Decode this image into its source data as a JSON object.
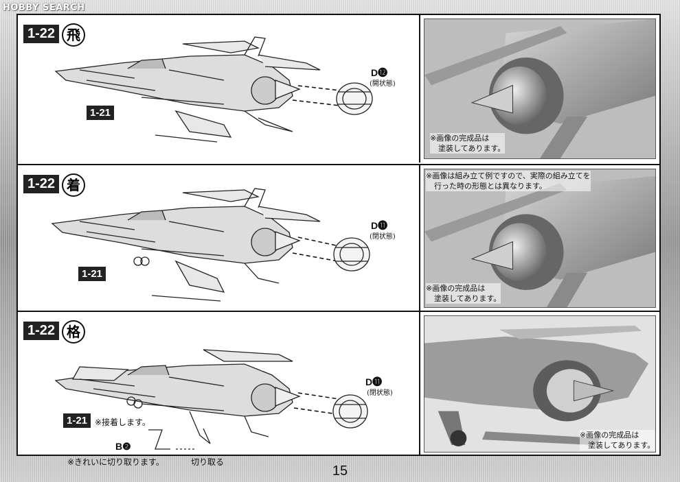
{
  "watermark": "HOBBY SEARCH",
  "page_number": "15",
  "steps": [
    {
      "step": "1-22",
      "mode": "飛",
      "sub_step": "1-21",
      "part": "D⓬",
      "part_state": "(開状態)",
      "photo_note": [
        "※画像の完成品は",
        "塗装してあります。"
      ]
    },
    {
      "step": "1-22",
      "mode": "着",
      "sub_step": "1-21",
      "part": "D⓫",
      "part_state": "(閉状態)",
      "photo_top_note": [
        "※画像は組み立て例ですので、実際の組み立てを",
        "行った時の形態とは異なります。"
      ],
      "photo_note": [
        "※画像の完成品は",
        "塗装してあります。"
      ]
    },
    {
      "step": "1-22",
      "mode": "格",
      "sub_step": "1-21",
      "sub_note": "※接着します。",
      "part": "D⓫",
      "part_state": "(閉状態)",
      "runner_part": "B❷",
      "runner_note": "※きれいに切り取ります。",
      "cut_label": "切り取る",
      "photo_note": [
        "※画像の完成品は",
        "塗装してあります。"
      ]
    }
  ]
}
